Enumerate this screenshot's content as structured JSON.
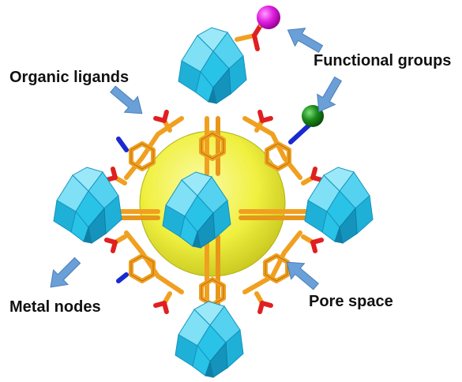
{
  "labels": {
    "functional_groups": "Functional groups",
    "organic_ligands": "Organic ligands",
    "metal_nodes": "Metal nodes",
    "pore_space": "Pore space"
  },
  "colors": {
    "metal_node": "#29c3e8",
    "metal_node_dark": "#1494bd",
    "metal_node_light": "#7fe0f6",
    "ligand": "#f0a020",
    "ligand_dark": "#b86e08",
    "oxygen": "#e02020",
    "nitrogen": "#1a2ad0",
    "pore": "#f0f040",
    "functional_group_magenta": "#e020e0",
    "functional_group_green": "#1a8a1a",
    "arrow": "#6a9fd8"
  },
  "icons": {
    "arrow": "arrow-icon",
    "metal_node": "octahedron-cluster",
    "functional_group": "sphere"
  }
}
